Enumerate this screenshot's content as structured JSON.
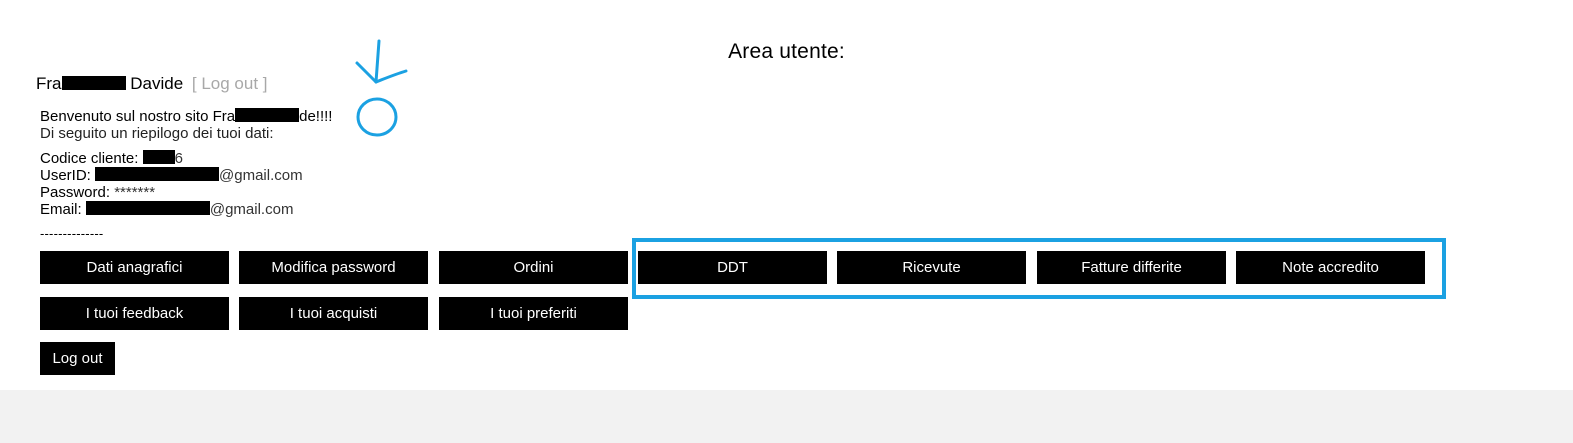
{
  "page": {
    "title": "Area utente:"
  },
  "user": {
    "name_prefix": "Fra",
    "name_suffix": "Davide",
    "logout_link": "[ Log out ]"
  },
  "welcome": {
    "prefix": "Benvenuto sul nostro sito Fra",
    "suffix": "de!!!!"
  },
  "summary_text": "Di seguito un riepilogo dei tuoi dati:",
  "info": {
    "codice_label": "Codice cliente:",
    "codice_tail": "6",
    "userid_label": "UserID:",
    "userid_tail": "@gmail.com",
    "password_label": "Password:",
    "password_value": "*******",
    "email_label": "Email:",
    "email_tail": "@gmail.com"
  },
  "divider": "--------------",
  "buttons": {
    "dati_anagrafici": "Dati anagrafici",
    "modifica_password": "Modifica password",
    "ordini": "Ordini",
    "ddt": "DDT",
    "ricevute": "Ricevute",
    "fatture_differite": "Fatture differite",
    "note_accredito": "Note accredito",
    "feedback": "I tuoi feedback",
    "acquisti": "I tuoi acquisti",
    "preferiti": "I tuoi preferiti",
    "logout": "Log out"
  },
  "colors": {
    "button_bg": "#000000",
    "button_text": "#ffffff",
    "annotation": "#1ba1e2",
    "muted_link": "#a8a8a8",
    "footer": "#f2f2f2"
  },
  "icons": {
    "annotation_arrow": "arrow-down-left-icon",
    "annotation_circle": "circle-highlight-icon"
  }
}
